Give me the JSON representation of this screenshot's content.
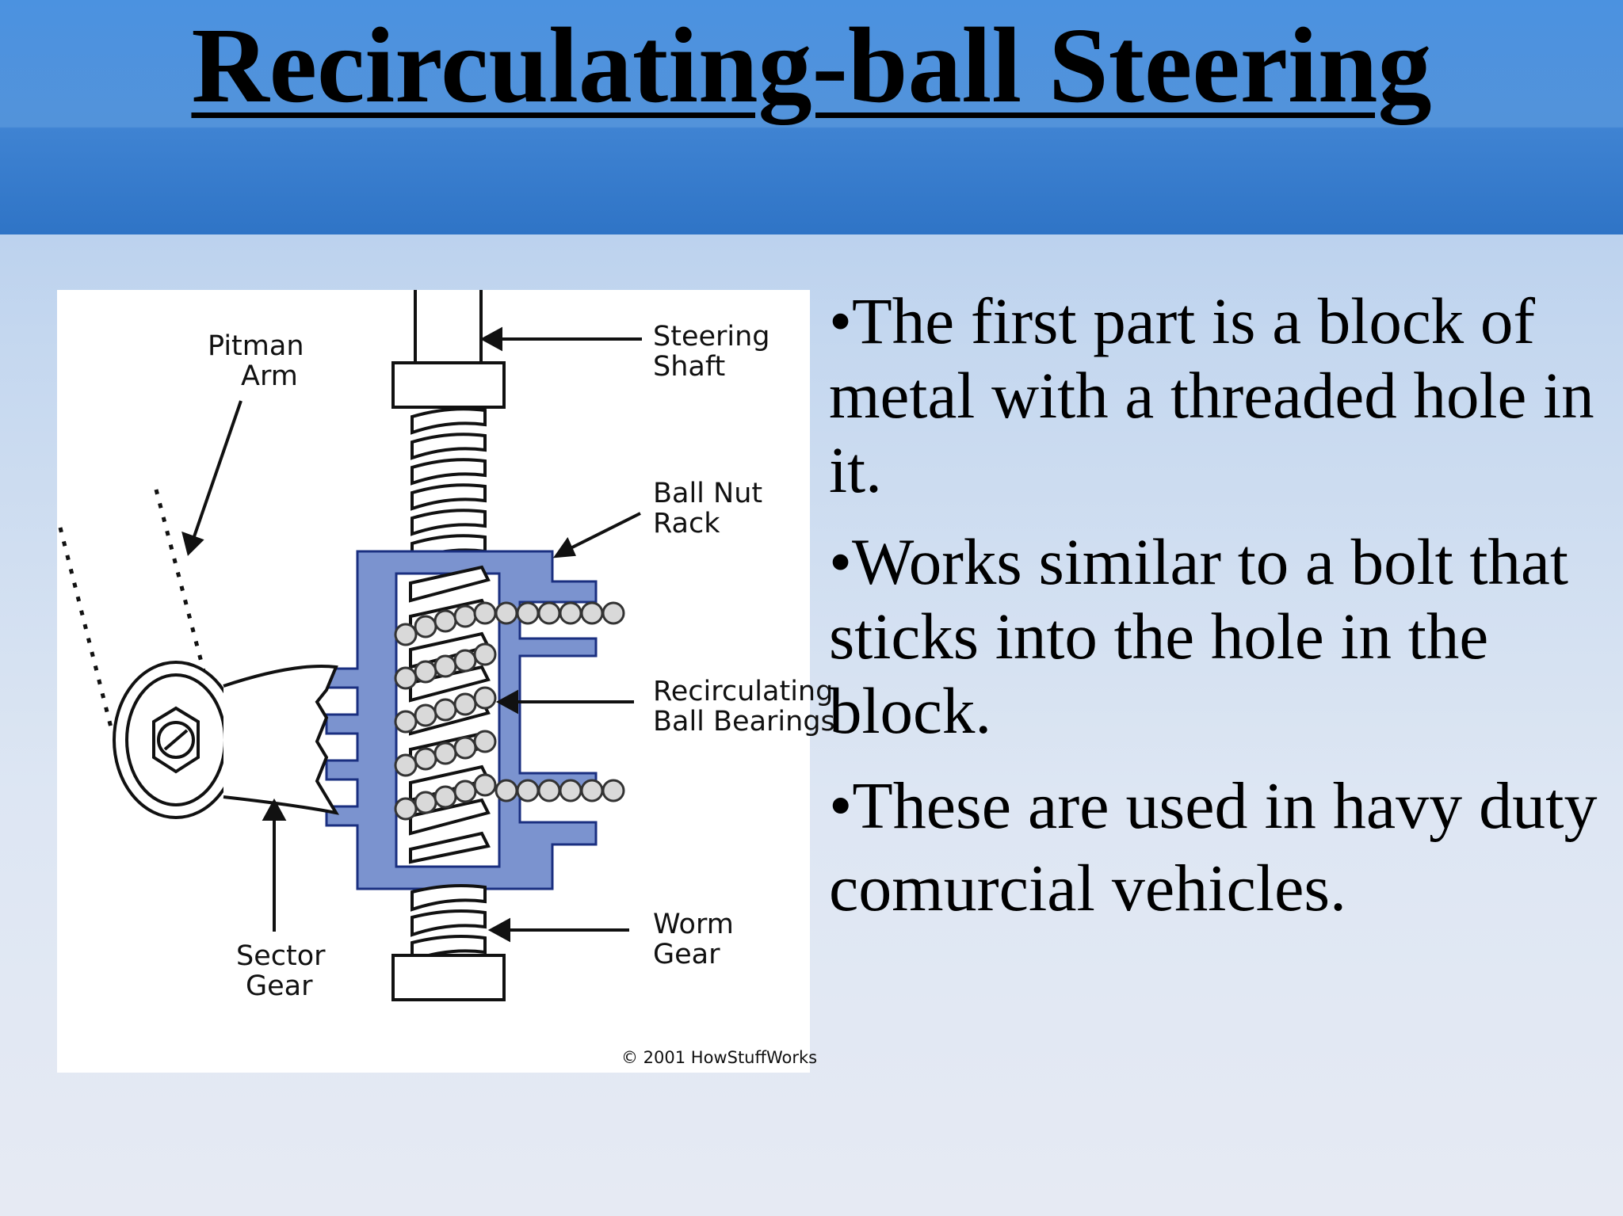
{
  "slide": {
    "title": "Recirculating-ball Steering"
  },
  "figure": {
    "labels": {
      "pitman_arm_1": "Pitman",
      "pitman_arm_2": "Arm",
      "steering_shaft_1": "Steering",
      "steering_shaft_2": "Shaft",
      "ball_nut_1": "Ball Nut",
      "ball_nut_2": "Rack",
      "bearings_1": "Recirculating",
      "bearings_2": "Ball Bearings",
      "sector_gear_1": "Sector",
      "sector_gear_2": "Gear",
      "worm_gear_1": "Worm",
      "worm_gear_2": "Gear"
    },
    "credit": "© 2001 HowStuffWorks",
    "colors": {
      "ball_nut": "#7b93cf",
      "background": "#ffffff"
    }
  },
  "bullets": [
    "•The first part is a block of metal with a threaded hole in it.",
    "•Works similar to a bolt that sticks into the hole in the block.",
    "•These are used in havy duty comurcial vehicles."
  ],
  "colors": {
    "header_top": "#4b92e0",
    "header_bottom": "#2f74c6",
    "background": "#c4d7ef"
  }
}
